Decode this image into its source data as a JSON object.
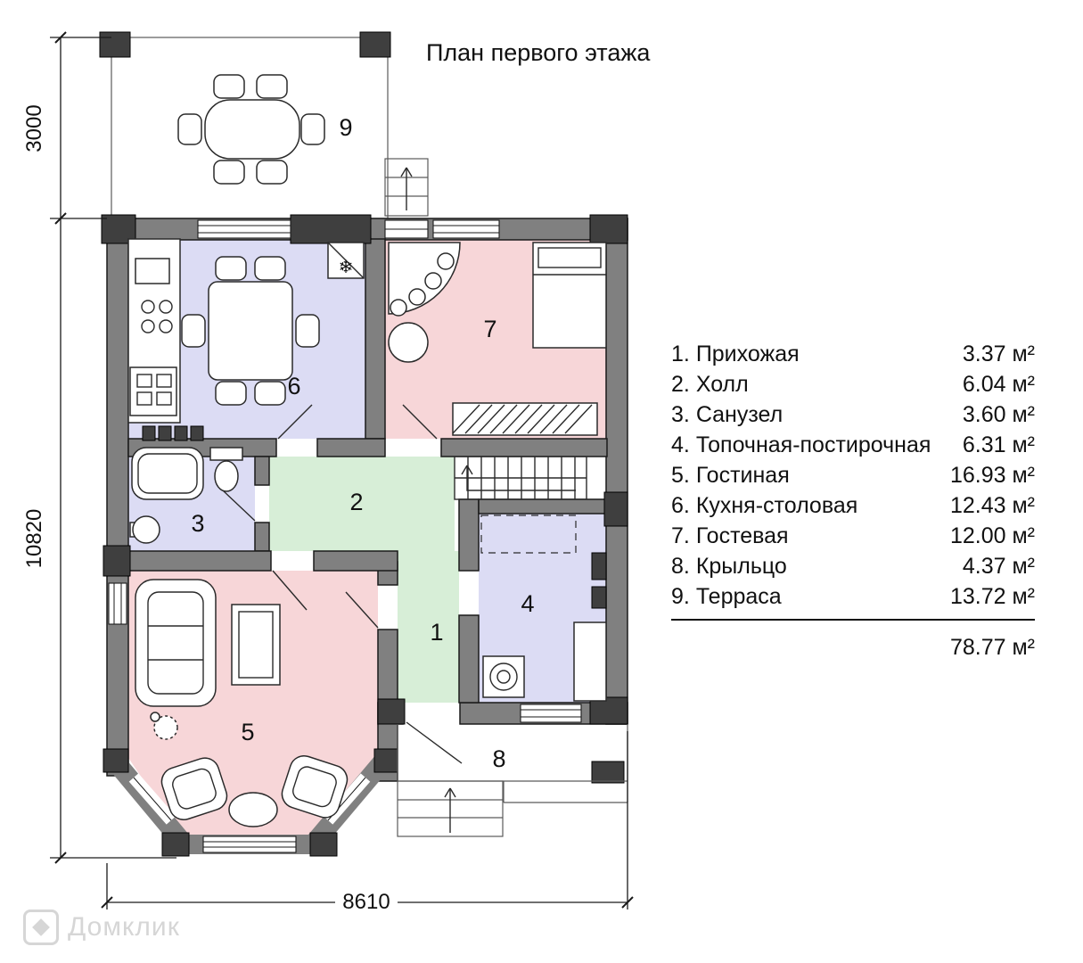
{
  "title": "План первого этажа",
  "dimensions": {
    "terrace_depth": "3000",
    "house_depth": "10820",
    "house_width": "8610"
  },
  "plan": {
    "room_numbers": [
      "1",
      "2",
      "3",
      "4",
      "5",
      "6",
      "7",
      "8",
      "9"
    ],
    "fridge_symbol": "❄"
  },
  "legend": {
    "items": [
      {
        "num": "1.",
        "name": "Прихожая",
        "area": "3.37 м²"
      },
      {
        "num": "2.",
        "name": "Холл",
        "area": "6.04 м²"
      },
      {
        "num": "3.",
        "name": "Санузел",
        "area": "3.60 м²"
      },
      {
        "num": "4.",
        "name": "Топочная-постирочная",
        "area": "6.31 м²"
      },
      {
        "num": "5.",
        "name": "Гостиная",
        "area": "16.93 м²"
      },
      {
        "num": "6.",
        "name": "Кухня-столовая",
        "area": "12.43 м²"
      },
      {
        "num": "7.",
        "name": "Гостевая",
        "area": "12.00 м²"
      },
      {
        "num": "8.",
        "name": "Крыльцо",
        "area": "4.37 м²"
      },
      {
        "num": "9.",
        "name": "Терраса",
        "area": "13.72 м²"
      }
    ],
    "total": "78.77 м²"
  },
  "watermark": {
    "text": "Домклик"
  },
  "colors": {
    "room_pink": "#f7d6d8",
    "room_lavender": "#dcdcf4",
    "room_green": "#d7eed7",
    "wall_gray": "#808080",
    "pier_dark": "#3f3f3f"
  }
}
